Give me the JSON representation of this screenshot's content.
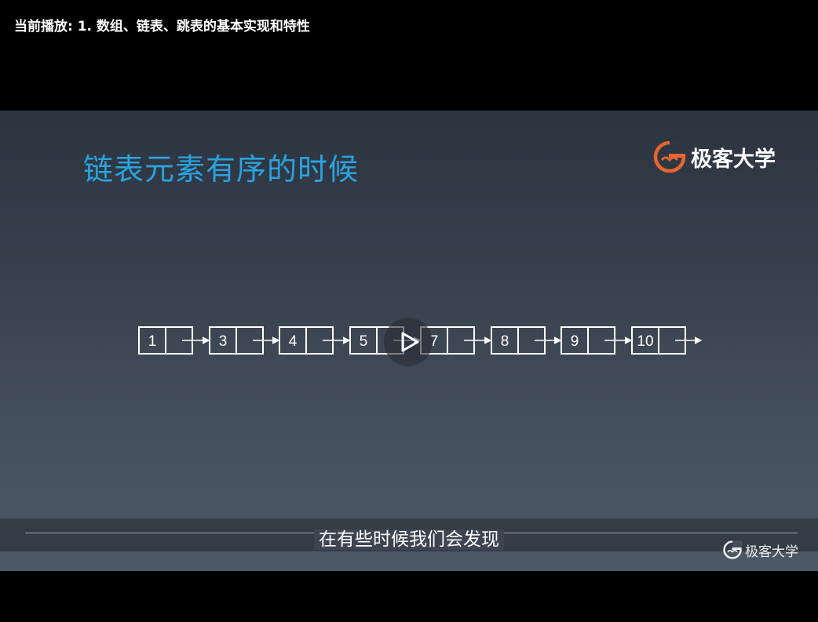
{
  "header": {
    "now_playing": "当前播放: 1. 数组、链表、跳表的基本实现和特性"
  },
  "slide": {
    "title": "链表元素有序的时候",
    "brand": "极客大学",
    "linked_list": [
      "1",
      "3",
      "4",
      "5",
      "7",
      "8",
      "9",
      "10"
    ]
  },
  "player": {
    "play_icon": "play-icon",
    "subtitle": "在有些时候我们会发现",
    "watermark": "极客大学"
  },
  "colors": {
    "title_blue": "#29a3e0",
    "brand_orange": "#e8652f"
  }
}
